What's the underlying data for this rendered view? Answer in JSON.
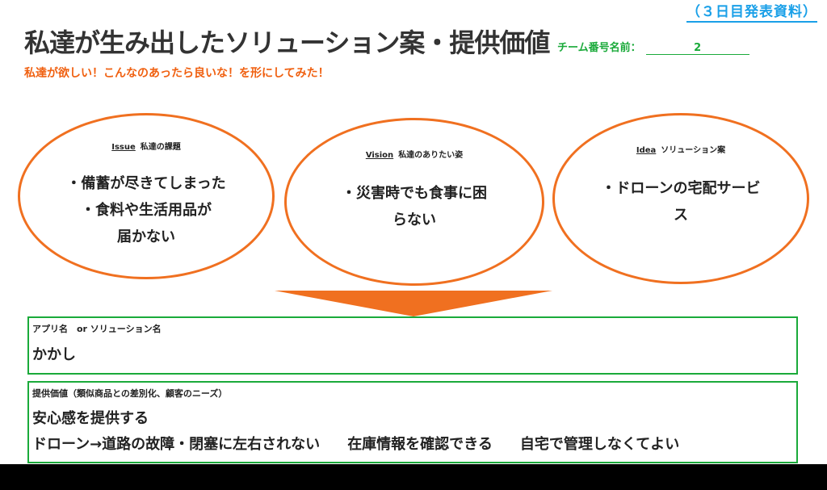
{
  "header": {
    "doc_tag": "（３日目発表資料）",
    "title": "私達が生み出したソリューション案・提供価値",
    "team_label": "チーム番号名前：",
    "team_number": "2",
    "subtitle": "私達が欲しい！こんなのあったら良いな！を形にしてみた！"
  },
  "bubbles": {
    "issue": {
      "heading_en": "Issue",
      "heading_ja": "私達の課題",
      "lines": [
        "・備蓄が尽きてしまった",
        "・食料や生活用品が",
        "届かない"
      ]
    },
    "vision": {
      "heading_en": "Vision",
      "heading_ja": "私達のありたい姿",
      "lines": [
        "・災害時でも食事に困",
        "らない"
      ]
    },
    "idea": {
      "heading_en": "Idea",
      "heading_ja": "ソリューション案",
      "lines": [
        "・ドローンの宅配サービ",
        "ス"
      ]
    }
  },
  "app_name": {
    "label": "アプリ名　or ソリューション名",
    "value": "かかし"
  },
  "value_proposition": {
    "label": "提供価値（類似商品との差別化、顧客のニーズ）",
    "line1": "安心感を提供する",
    "line2_parts": [
      "ドローン→道路の故障・閉塞に左右されない",
      "在庫情報を確認できる",
      "自宅で管理しなくてよい"
    ]
  },
  "colors": {
    "accent_orange": "#f07020",
    "green": "#1aaa3a",
    "tag_blue": "#1aa0e8"
  }
}
